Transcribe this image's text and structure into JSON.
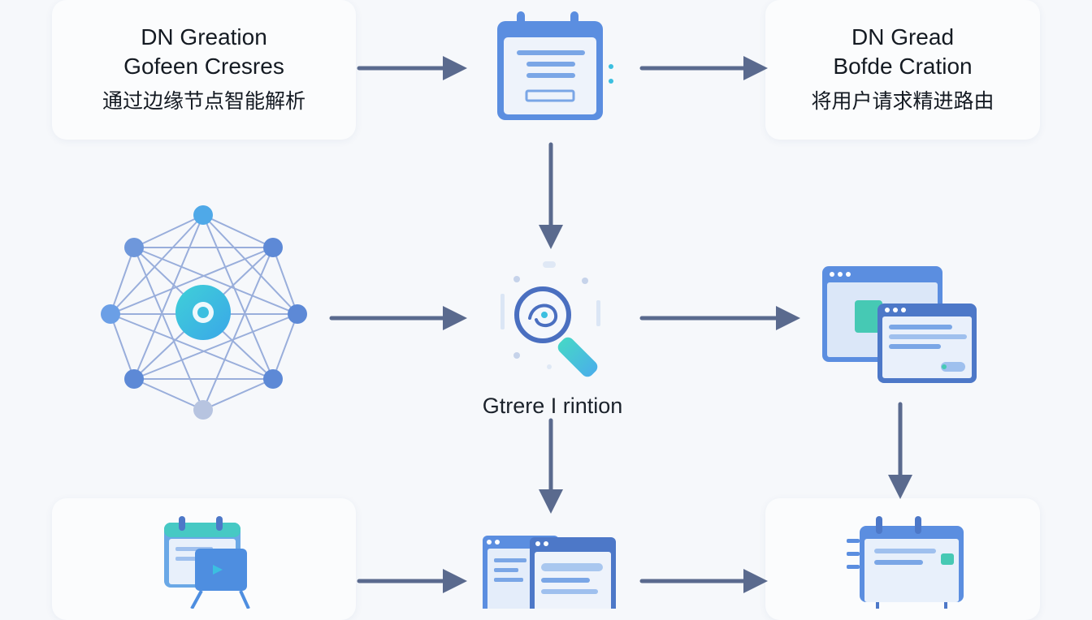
{
  "top_left_card": {
    "line1": "DN Greation",
    "line2": "Gofeen Cresres",
    "line3": "通过边缘节点智能解析"
  },
  "top_right_card": {
    "line1": "DN Gread",
    "line2": "Bofde Cration",
    "line3": "将用户请求精进路由"
  },
  "center_caption": "Gtrere I rintion",
  "colors": {
    "arrow": "#5a6a8e",
    "accent_teal": "#3bbfe0",
    "accent_blue": "#4a7fd0",
    "window_blue": "#5b8ee0",
    "node_blue": "#5d89d6",
    "node_light": "#b7c4e0"
  }
}
